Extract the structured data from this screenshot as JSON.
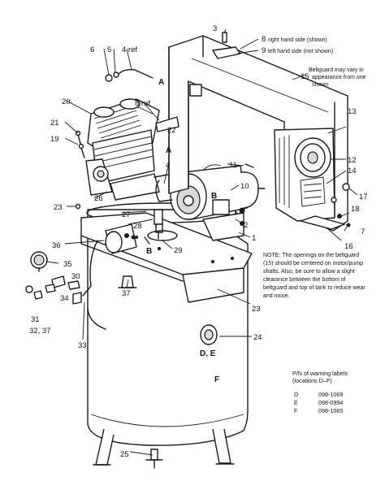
{
  "callouts": {
    "c1": "1",
    "c2": "2",
    "c3": "3",
    "c4ref": "4 ref",
    "c4": "4",
    "c5": "5",
    "c6": "6",
    "c7": "7",
    "c8ref": "8 ref",
    "c8": "8",
    "c9": "9",
    "c10": "10",
    "c11": "11",
    "c12": "12",
    "c13": "13",
    "c14": "14",
    "c15": "15",
    "c16": "16",
    "c17": "17",
    "c18": "18",
    "c19": "19",
    "c20": "20",
    "c21": "21",
    "c22": "22",
    "c23a": "23",
    "c23b": "23",
    "c24": "24",
    "c25": "25",
    "c26": "26",
    "c27": "27",
    "c28": "28",
    "c29": "29",
    "c30": "30",
    "c31": "31",
    "c32_37": "32, 37",
    "c33": "33",
    "c34": "34",
    "c35": "35",
    "c36": "36",
    "c37": "37"
  },
  "markers": {
    "a1": "A",
    "a2": "A",
    "b1": "B",
    "b2": "B",
    "de": "D, E",
    "f": "F"
  },
  "beltguard_side": {
    "right": "right hand side (shown)",
    "left": "left hand side (not shown)"
  },
  "beltguard_vary": {
    "line1": "Beltguard may vary in",
    "line2": "appearance from one",
    "line3": "shown"
  },
  "note": {
    "line1": "NOTE: The openings on the beltguard",
    "line2": "(15) should be centered on motor/pump",
    "line3": "shafts. Also, be sure to allow a slight",
    "line4": "clearance between the bottom of",
    "line5": "beltguard and top of tank to reduce wear",
    "line6": "and noise."
  },
  "labels_table": {
    "title1": "P/N of warning labels",
    "title2": "(locations D–F)",
    "rows": [
      {
        "loc": "D",
        "pn": "098-1069"
      },
      {
        "loc": "E",
        "pn": "098-0994"
      },
      {
        "loc": "F",
        "pn": "098-1065"
      }
    ]
  },
  "colors": {
    "line": "#1a1a1a",
    "background": "#ffffff",
    "shade": "#d9d9d9"
  }
}
